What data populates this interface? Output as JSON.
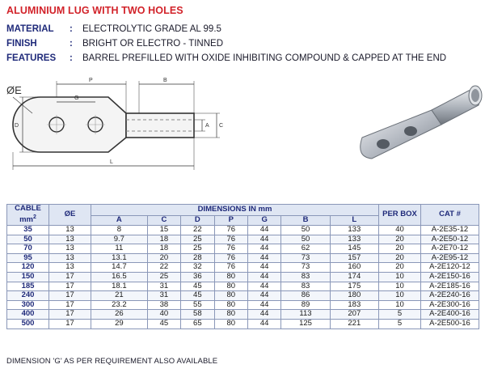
{
  "title": "ALUMINIUM LUG WITH TWO HOLES",
  "specs": [
    {
      "key": "MATERIAL",
      "value": "ELECTROLYTIC GRADE AL 99.5"
    },
    {
      "key": "FINISH",
      "value": "BRIGHT OR ELECTRO - TINNED"
    },
    {
      "key": "FEATURES",
      "value": "BARREL PREFILLED WITH OXIDE INHIBITING COMPOUND & CAPPED AT THE END"
    }
  ],
  "drawing": {
    "label_oe": "ØE",
    "label_p": "P",
    "label_g": "G",
    "label_b": "B",
    "label_d": "D",
    "label_a": "A",
    "label_c": "C",
    "label_l": "L"
  },
  "table": {
    "header_cable": "CABLE",
    "header_cable_unit": "mm",
    "header_cable_sup": "2",
    "header_oe": "ØE",
    "header_dimensions": "DIMENSIONS IN mm",
    "header_per_box": "PER BOX",
    "header_cat": "CAT #",
    "dim_columns": [
      "A",
      "C",
      "D",
      "P",
      "G",
      "B",
      "L"
    ],
    "rows": [
      {
        "cable": "35",
        "oe": "13",
        "a": "8",
        "c": "15",
        "d": "22",
        "p": "76",
        "g": "44",
        "b": "50",
        "l": "133",
        "per_box": "40",
        "cat": "A-2E35-12"
      },
      {
        "cable": "50",
        "oe": "13",
        "a": "9.7",
        "c": "18",
        "d": "25",
        "p": "76",
        "g": "44",
        "b": "50",
        "l": "133",
        "per_box": "20",
        "cat": "A-2E50-12"
      },
      {
        "cable": "70",
        "oe": "13",
        "a": "11",
        "c": "18",
        "d": "25",
        "p": "76",
        "g": "44",
        "b": "62",
        "l": "145",
        "per_box": "20",
        "cat": "A-2E70-12"
      },
      {
        "cable": "95",
        "oe": "13",
        "a": "13.1",
        "c": "20",
        "d": "28",
        "p": "76",
        "g": "44",
        "b": "73",
        "l": "157",
        "per_box": "20",
        "cat": "A-2E95-12"
      },
      {
        "cable": "120",
        "oe": "13",
        "a": "14.7",
        "c": "22",
        "d": "32",
        "p": "76",
        "g": "44",
        "b": "73",
        "l": "160",
        "per_box": "20",
        "cat": "A-2E120-12"
      },
      {
        "cable": "150",
        "oe": "17",
        "a": "16.5",
        "c": "25",
        "d": "36",
        "p": "80",
        "g": "44",
        "b": "83",
        "l": "174",
        "per_box": "10",
        "cat": "A-2E150-16"
      },
      {
        "cable": "185",
        "oe": "17",
        "a": "18.1",
        "c": "31",
        "d": "45",
        "p": "80",
        "g": "44",
        "b": "83",
        "l": "175",
        "per_box": "10",
        "cat": "A-2E185-16"
      },
      {
        "cable": "240",
        "oe": "17",
        "a": "21",
        "c": "31",
        "d": "45",
        "p": "80",
        "g": "44",
        "b": "86",
        "l": "180",
        "per_box": "10",
        "cat": "A-2E240-16"
      },
      {
        "cable": "300",
        "oe": "17",
        "a": "23.2",
        "c": "38",
        "d": "55",
        "p": "80",
        "g": "44",
        "b": "89",
        "l": "183",
        "per_box": "10",
        "cat": "A-2E300-16"
      },
      {
        "cable": "400",
        "oe": "17",
        "a": "26",
        "c": "40",
        "d": "58",
        "p": "80",
        "g": "44",
        "b": "113",
        "l": "207",
        "per_box": "5",
        "cat": "A-2E400-16"
      },
      {
        "cable": "500",
        "oe": "17",
        "a": "29",
        "c": "45",
        "d": "65",
        "p": "80",
        "g": "44",
        "b": "125",
        "l": "221",
        "per_box": "5",
        "cat": "A-2E500-16"
      }
    ]
  },
  "footnote": "DIMENSION 'G' AS PER REQUIREMENT ALSO AVAILABLE",
  "colors": {
    "title": "#d2232a",
    "label": "#1f2a7a",
    "header_bg": "#dfe6f3",
    "grid": "#8a97b8"
  }
}
